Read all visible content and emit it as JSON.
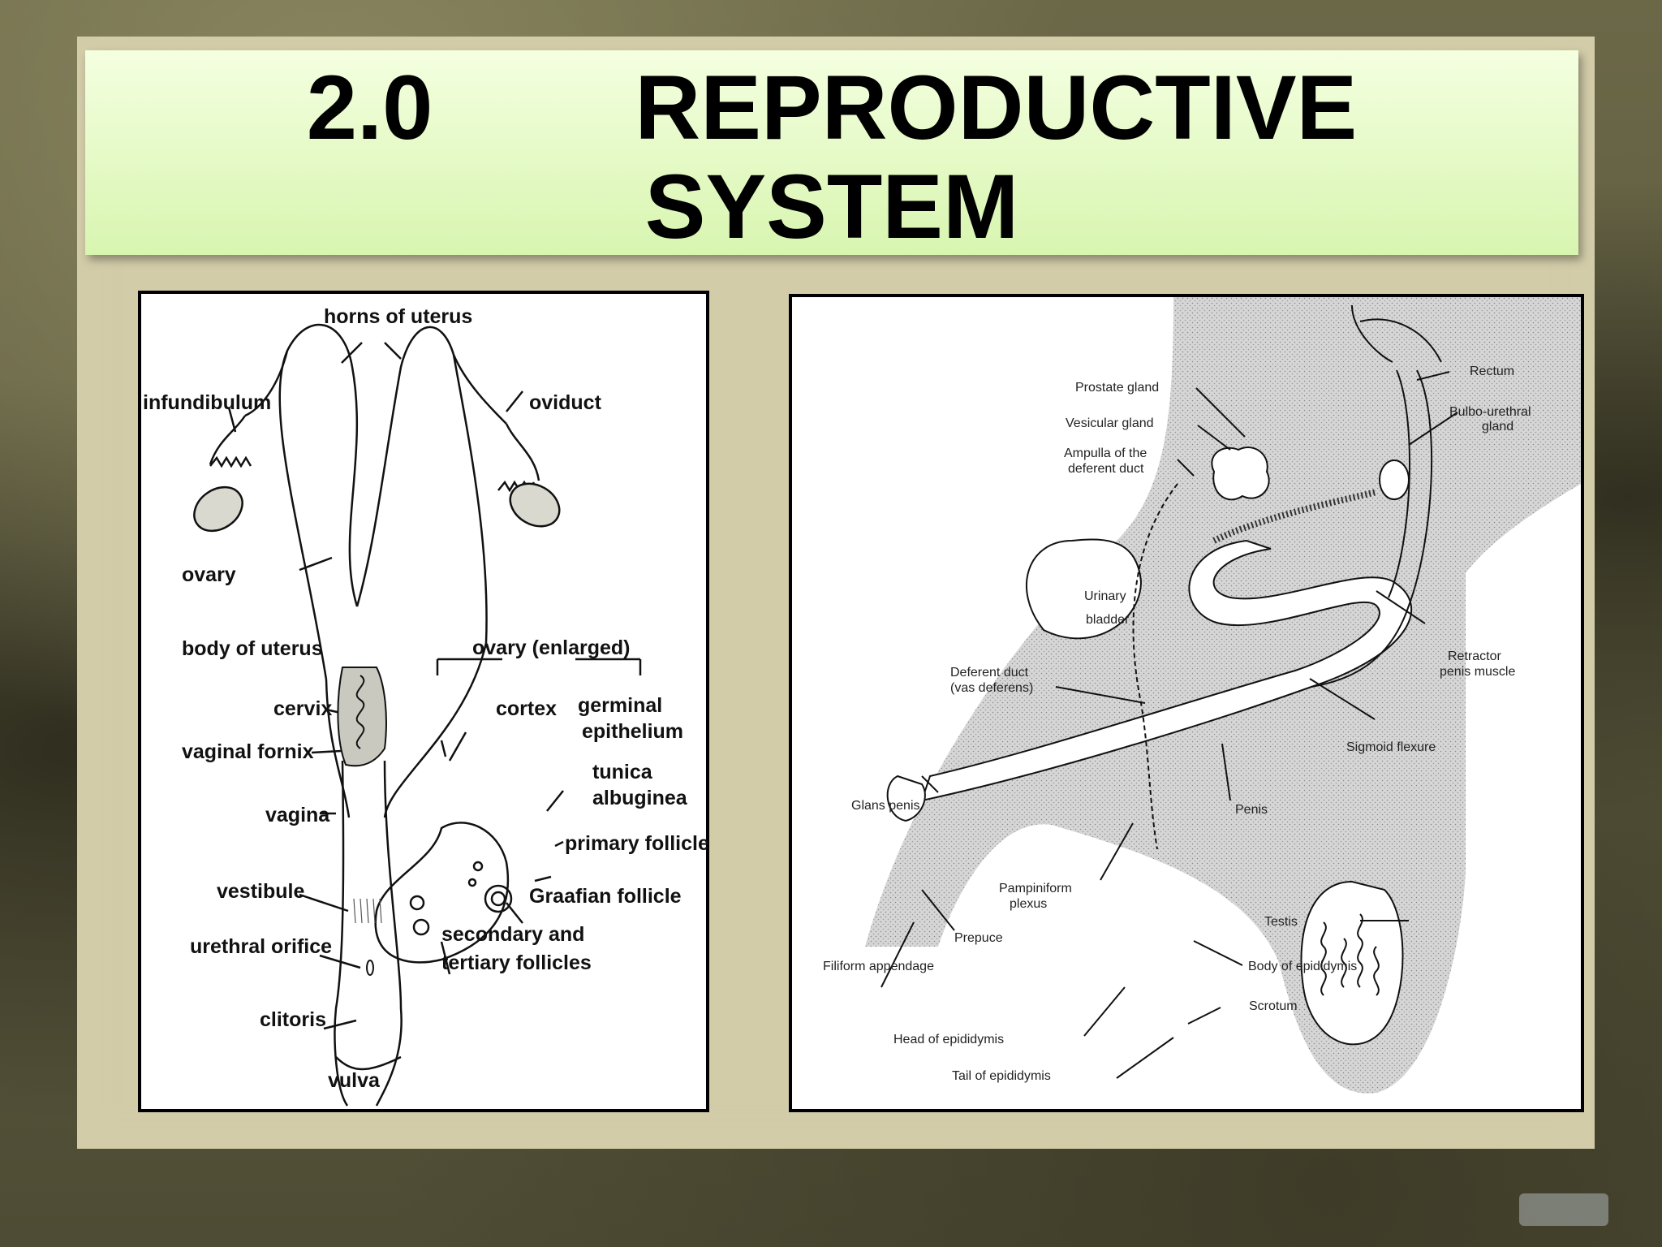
{
  "slide": {
    "title_line1": "2.0        REPRODUCTIVE",
    "title_line2": "SYSTEM"
  },
  "female_diagram": {
    "labels": {
      "horns": "horns of uterus",
      "infundibulum": "infundibulum",
      "oviduct": "oviduct",
      "ovary": "ovary",
      "body_of_uterus": "body of uterus",
      "ovary_enlarged": "ovary (enlarged)",
      "cervix": "cervix",
      "cortex": "cortex",
      "germinal": "germinal",
      "epithelium": "epithelium",
      "vaginal_fornix": "vaginal fornix",
      "tunica": "tunica",
      "albuginea": "albuginea",
      "vagina": "vagina",
      "primary_follicle": "primary follicle",
      "vestibule": "vestibule",
      "graafian": "Graafian follicle",
      "urethral_orifice": "urethral orifice",
      "secondary": "secondary and",
      "tertiary": "tertiary follicles",
      "clitoris": "clitoris",
      "vulva": "vulva"
    }
  },
  "male_diagram": {
    "labels": {
      "rectum": "Rectum",
      "prostate": "Prostate gland",
      "vesicular": "Vesicular gland",
      "bulbo1": "Bulbo-urethral",
      "bulbo2": "gland",
      "ampulla1": "Ampulla of the",
      "ampulla2": "deferent duct",
      "urinary1": "Urinary",
      "urinary2": "bladder",
      "retractor1": "Retractor",
      "retractor2": "penis muscle",
      "deferent1": "Deferent duct",
      "deferent2": "(vas deferens)",
      "sigmoid": "Sigmoid flexure",
      "glans": "Glans penis",
      "penis": "Penis",
      "pampiniform1": "Pampiniform",
      "pampiniform2": "plexus",
      "testis": "Testis",
      "prepuce": "Prepuce",
      "filiform": "Filiform appendage",
      "epididymis_body": "Body of epididymis",
      "scrotum": "Scrotum",
      "epididymis_head": "Head of epididymis",
      "epididymis_tail": "Tail of epididymis"
    }
  }
}
